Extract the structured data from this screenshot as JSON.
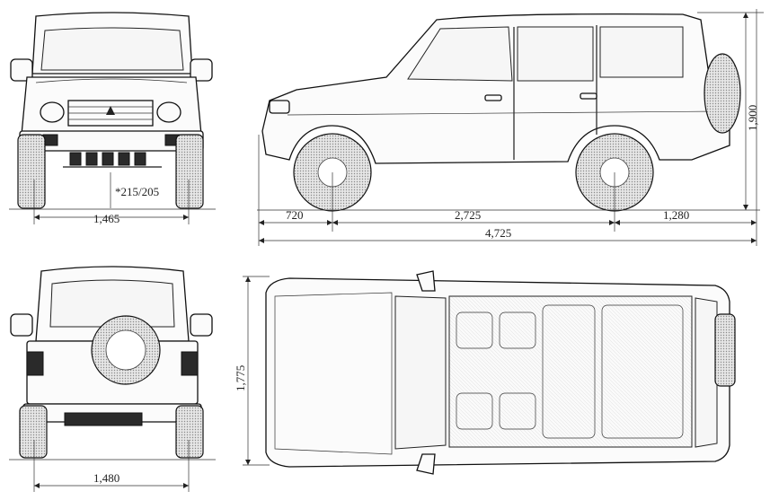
{
  "dimensions": {
    "front_track": "1,465",
    "tire_note": "*215/205",
    "rear_overhang_front": "720",
    "wheelbase": "2,725",
    "rear_overhang": "1,280",
    "overall_length": "4,725",
    "overall_height": "1,900",
    "rear_track": "1,480",
    "overall_width": "1,775"
  }
}
